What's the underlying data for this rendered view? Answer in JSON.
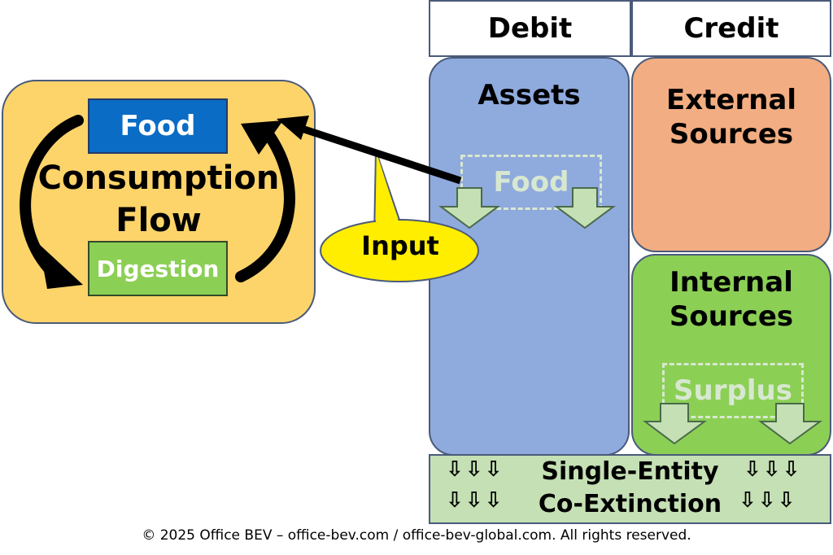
{
  "header": {
    "debit": "Debit",
    "credit": "Credit"
  },
  "flow": {
    "food_label": "Food",
    "digestion_label": "Digestion",
    "title_line1": "Consumption",
    "title_line2": "Flow"
  },
  "callout": {
    "label": "Input"
  },
  "assets": {
    "title": "Assets",
    "inner_label": "Food"
  },
  "external": {
    "title_line1": "External",
    "title_line2": "Sources"
  },
  "internal": {
    "title_line1": "Internal",
    "title_line2": "Sources",
    "inner_label": "Surplus"
  },
  "bottom": {
    "line1": "Single-Entity",
    "line2": "Co-Extinction",
    "arrow_glyphs": "⇩⇩⇩"
  },
  "footer": {
    "copyright": "© 2025 Office BEV – office-bev.com / office-bev-global.com. All rights reserved."
  },
  "colors": {
    "flow_bg": "#fcd46a",
    "food_box": "#0a6cc4",
    "digestion_box": "#8ccf55",
    "assets_bg": "#8faadd",
    "external_bg": "#f2ad82",
    "internal_bg": "#8ccf55",
    "bottom_bg": "#c4e0b4",
    "callout_bg": "#ffee00"
  }
}
